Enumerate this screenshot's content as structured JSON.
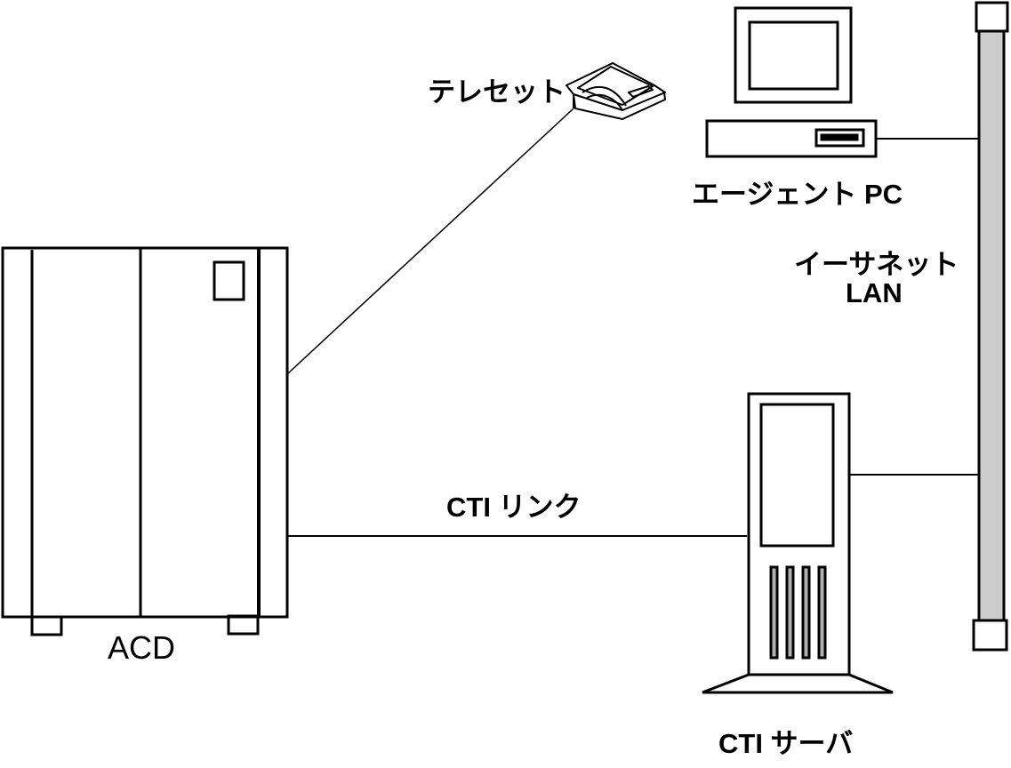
{
  "diagram": {
    "title": "ACD / CTI system configuration",
    "colors": {
      "background": "#ffffff",
      "stroke": "#000000",
      "lan_bus_fill": "#cccccc",
      "server_slot_fill": "#b0b0b0"
    },
    "nodes": {
      "acd": {
        "label": "ACD",
        "icon": "pbx-cabinet-icon"
      },
      "teleset": {
        "label": "テレセット",
        "icon": "telephone-icon"
      },
      "agent_pc": {
        "label": "エージェント PC",
        "icon": "desktop-computer-icon"
      },
      "lan": {
        "label_line1": "イーサネット",
        "label_line2": "LAN",
        "icon": "network-bus-icon"
      },
      "cti_server": {
        "label": "CTI サーバ",
        "icon": "tower-server-icon"
      }
    },
    "edges": [
      {
        "from": "acd",
        "to": "teleset",
        "label": ""
      },
      {
        "from": "acd",
        "to": "cti_server",
        "label": "CTI リンク"
      },
      {
        "from": "agent_pc",
        "to": "lan",
        "label": ""
      },
      {
        "from": "cti_server",
        "to": "lan",
        "label": ""
      }
    ]
  }
}
